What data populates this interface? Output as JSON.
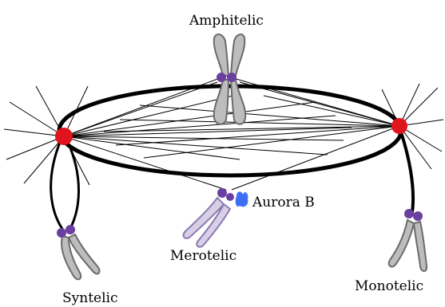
{
  "labels": {
    "amphitelic": "Amphitelic",
    "merotelic": "Merotelic",
    "aurora_b": "Aurora B",
    "syntelic": "Syntelic",
    "monotelic": "Monotelic"
  },
  "colors": {
    "spindle_pole": "#e0141c",
    "kinetochore": "#6a3fa0",
    "chromosome_fill": "#bdbdbd",
    "chromosome_outline": "#6b6b6b",
    "merotelic_fill": "#d8cfe6",
    "merotelic_outline": "#8a7ab0",
    "aurora_b": "#3d6ff5",
    "spindle_line": "#000000"
  }
}
